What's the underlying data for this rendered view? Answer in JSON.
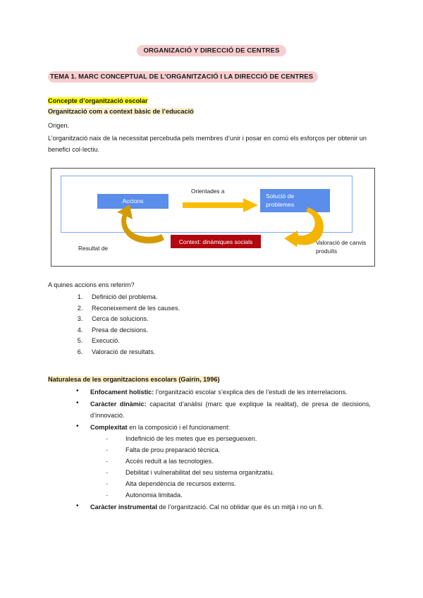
{
  "document": {
    "title": "ORGANIZACIÓ Y DIRECCIÓ DE CENTRES",
    "tema_heading": "TEMA 1. MARC CONCEPTUAL DE L'ORGANITZACIÓ I LA DIRECCIÓ DE CENTRES",
    "section_1": {
      "heading_highlight_yellow": "Concepte d’organització escolar",
      "heading_highlight_cream": "Organització com a context bàsic de l’educació",
      "origen_label": "Origen.",
      "paragraph": "L’organització naix de la necessitat percebuda pels membres d’unir i posar en comú els esforços per obtenir un benefici col·lectiu."
    },
    "diagram": {
      "box_actions": "Accions",
      "box_solution": "Solució de\nproblemes",
      "box_context": "Context: dinàmiques socials",
      "label_orientades": "Orientades a",
      "label_resultat": "Resultat de",
      "label_valoracio": "Valoració de canvis produïts",
      "colors": {
        "box_blue": "#5b8dea",
        "box_red": "#b20610",
        "arrow_yellow": "#fbbc04",
        "arrow_gold": "#d49a02",
        "inner_frame_blue": "#7aa7f5",
        "outer_frame_gray": "#4d4d4d"
      }
    },
    "section_actions": {
      "question": "A quines accions ens referim?",
      "items": [
        "Definició del problema.",
        "Reconeixement de les causes.",
        "Cerca de solucions.",
        "Presa de decisions.",
        "Execució.",
        "Valoració de resultats."
      ]
    },
    "section_2": {
      "heading": "Naturalesa de les organitzacions escolars (Gairín, 1996)",
      "bullets": [
        {
          "bold": "Enfocament holístic:",
          "rest": " l’organització escolar s’explica des de l’estudi de les interrelacions."
        },
        {
          "bold": "Caràcter dinàmic:",
          "rest": " capacitat d’anàlisi (marc que explique la realitat), de presa de decisions, d’innovació."
        },
        {
          "bold": "Complexitat",
          "rest": " en la composició i el funcionament:",
          "sub_items": [
            "Indefinició de les metes que es persegueixen.",
            "Falta de prou preparació tècnica.",
            "Accés reduït a las tecnologies.",
            "Debilitat i vulnerabilitat del seu sistema organitzatiu.",
            "Alta dependència de recursos externs.",
            "Autonomia limitada."
          ]
        },
        {
          "bold": "Caràcter instrumental",
          "rest": " de l’organització. Cal no oblidar que és un mitjà i no un fi."
        }
      ]
    },
    "highlight_colors": {
      "pink": "#f7cdd0",
      "yellow": "#ffff00",
      "cream": "#fdf0c8"
    }
  }
}
